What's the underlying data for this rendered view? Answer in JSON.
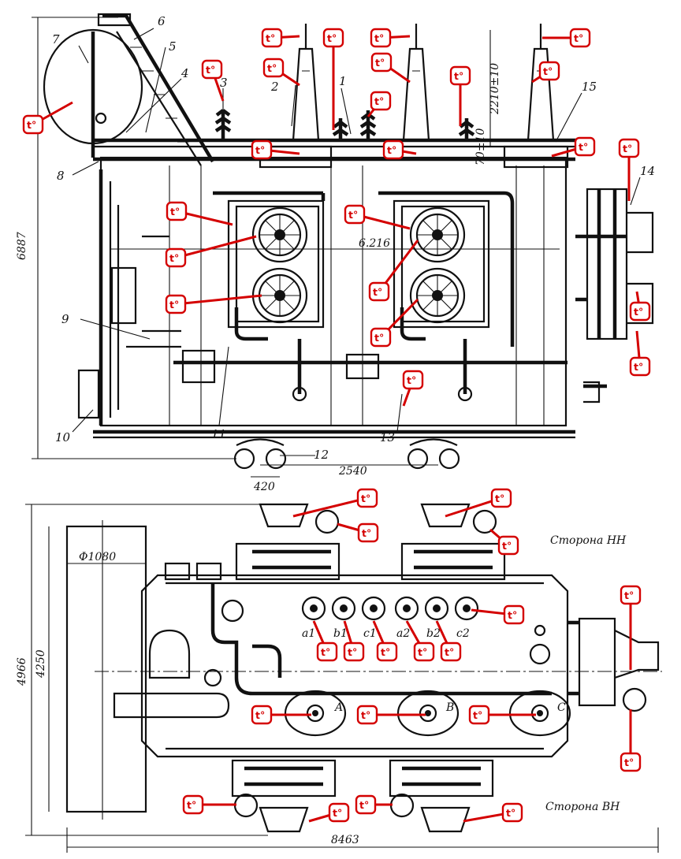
{
  "sensor_label": "t°",
  "colors": {
    "sensor": "#d40000",
    "line": "#111111",
    "background": "#ffffff"
  },
  "callout_numbers": [
    "1",
    "2",
    "3",
    "4",
    "5",
    "6",
    "7",
    "8",
    "9",
    "10",
    "11",
    "12",
    "13",
    "14",
    "15"
  ],
  "dimensions": {
    "overall_height": "6887",
    "bushing_height": "2210±10",
    "bushing_offset": "70±10",
    "cooler_spacing": "6.216",
    "wheel_spacing": "420",
    "wheel_base": "2540",
    "conservator_diameter": "Φ1080",
    "plan_width": "4966",
    "plan_inner_width": "4250",
    "plan_length": "8463"
  },
  "terminal_labels": [
    "a1",
    "b1",
    "c1",
    "a2",
    "b2",
    "c2"
  ],
  "phase_labels": [
    "A",
    "B",
    "C"
  ],
  "side_labels": {
    "lv": "Сторона НН",
    "hv": "Сторона ВН"
  }
}
